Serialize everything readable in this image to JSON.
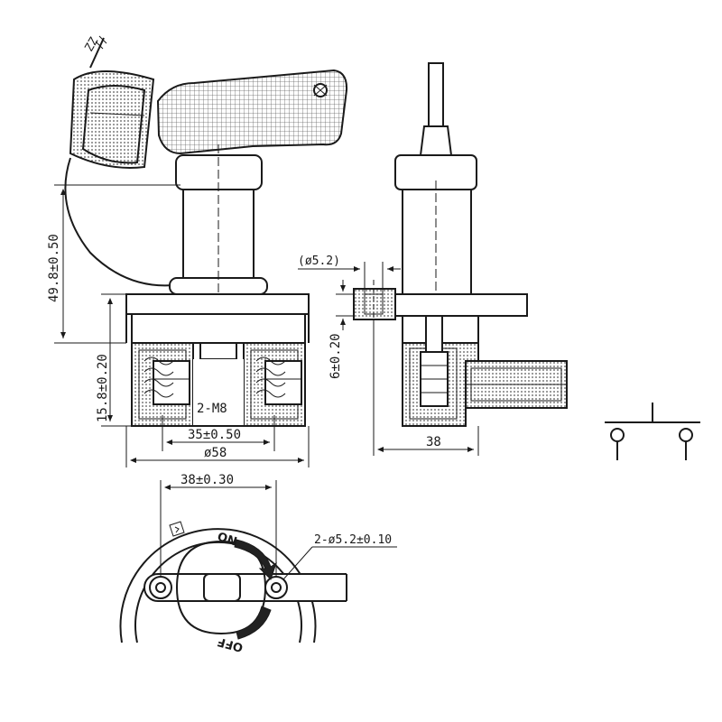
{
  "dimensions": {
    "height_total": "49.8±0.50",
    "base_height": "15.8±0.20",
    "terminal_spacing": "35±0.50",
    "base_diameter": "ø58",
    "thread": "2-M8",
    "hole_diameter_side": "(ø5.2)",
    "base_thickness": "6±0.20",
    "side_width": "38",
    "mount_spacing": "38±0.30",
    "mount_holes": "2-ø5.2±0.10"
  },
  "labels": {
    "on": "ON",
    "off": "OFF",
    "model_mark": "ZZ"
  },
  "colors": {
    "line": "#1a1a1a",
    "background": "#ffffff"
  }
}
